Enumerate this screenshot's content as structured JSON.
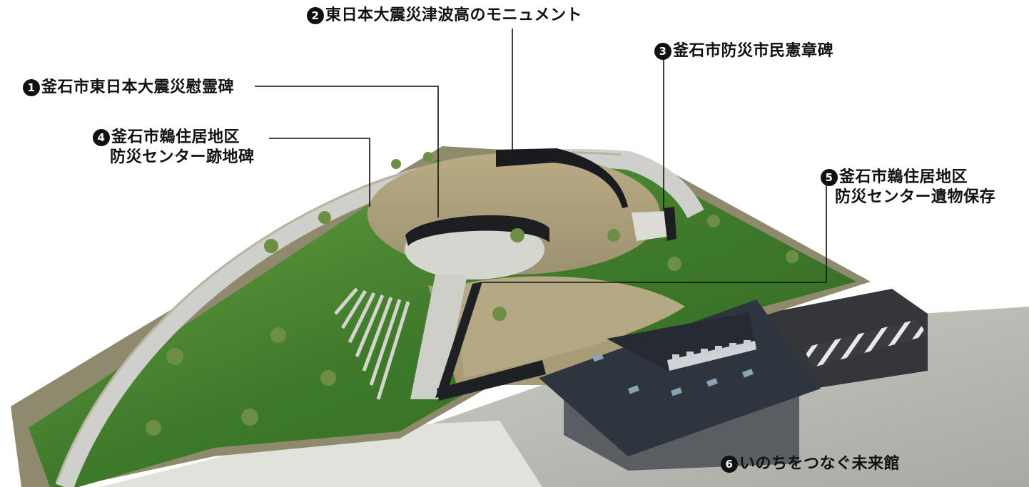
{
  "labels": [
    {
      "id": "1",
      "num": "1",
      "text": "釜石市東日本大震災慰霊碑"
    },
    {
      "id": "2",
      "num": "2",
      "text": "東日本大震災津波高のモニュメント"
    },
    {
      "id": "3",
      "num": "3",
      "text": "釜石市防災市民憲章碑"
    },
    {
      "id": "4",
      "num": "4",
      "line1": "釜石市鵜住居地区",
      "line2": "防災センター跡地碑"
    },
    {
      "id": "5",
      "num": "5",
      "line1": "釜石市鵜住居地区",
      "line2": "防災センター遺物保存"
    },
    {
      "id": "6",
      "num": "6",
      "text": "いのちをつなぐ未来館"
    }
  ],
  "colors": {
    "grass": "#3f7a2c",
    "grass_light": "#5c9a3a",
    "path": "#c9c9c4",
    "pavement": "#bdbdb8",
    "roof": "#2e3440",
    "wall": "#1b1d20",
    "leader": "#111111"
  }
}
